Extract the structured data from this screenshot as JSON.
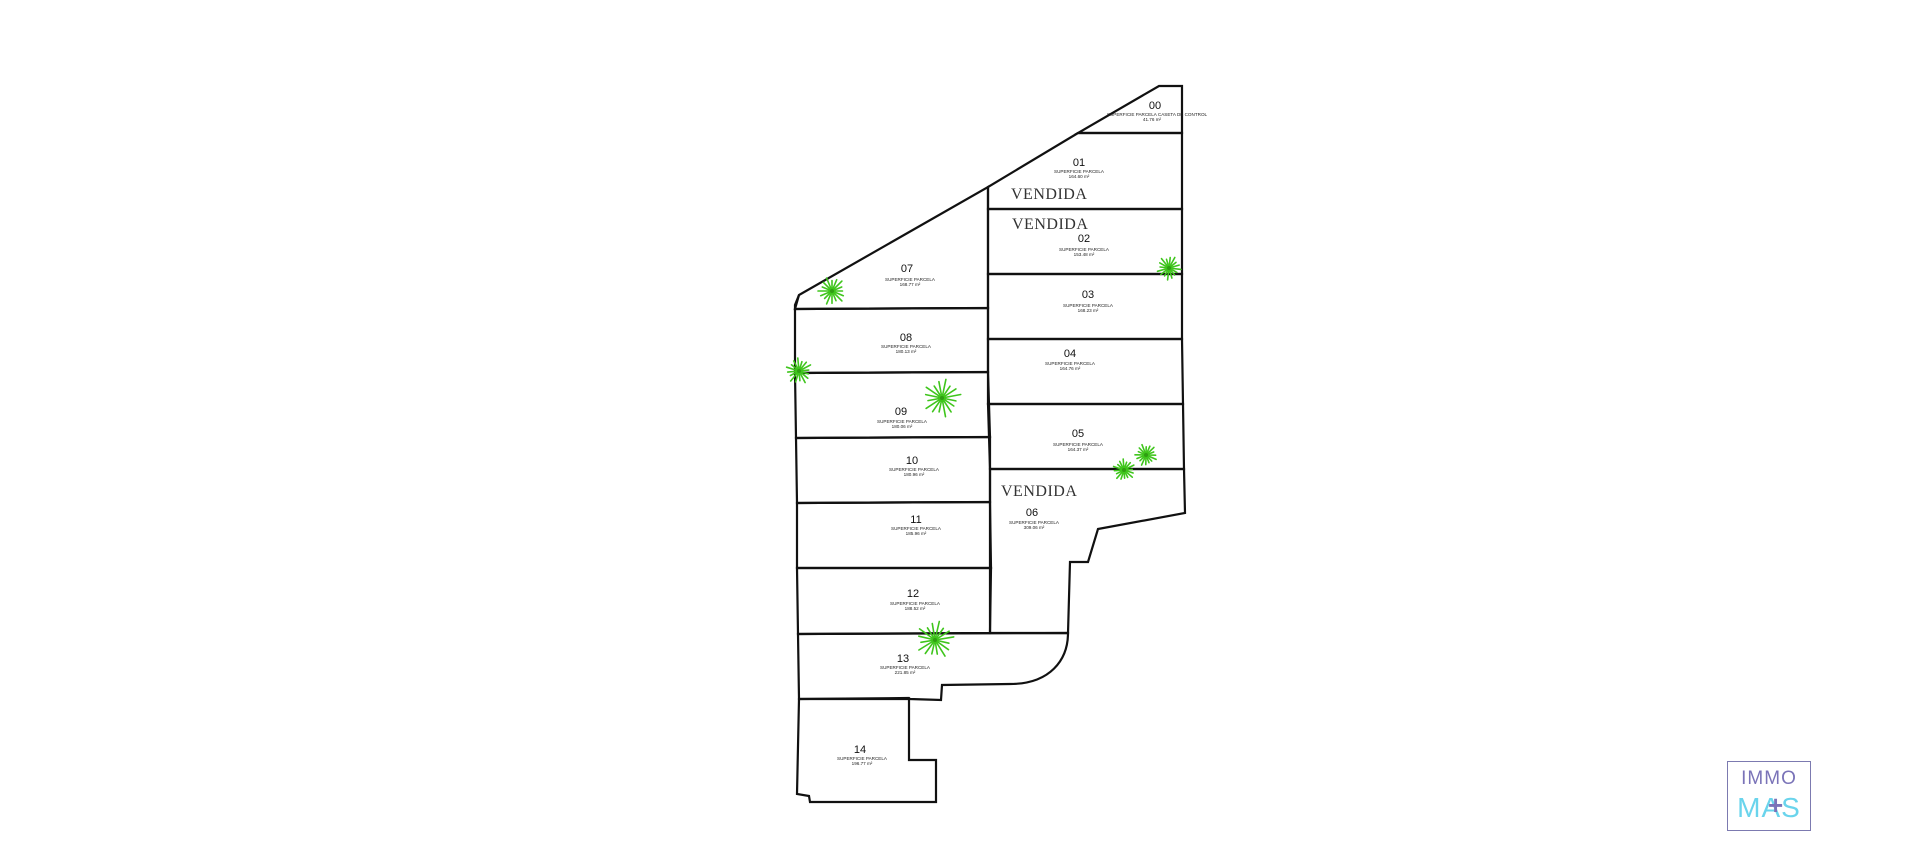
{
  "plan": {
    "sold_label": "VENDIDA",
    "parcels": [
      {
        "number": "00",
        "label": "SUPERFICIE PARCELA CASETA DE CONTROL",
        "area": "41.76 m²"
      },
      {
        "number": "01",
        "label": "SUPERFICIE PARCELA",
        "area": "164.60 m²"
      },
      {
        "number": "02",
        "label": "SUPERFICIE PARCELA",
        "area": "153.48 m²"
      },
      {
        "number": "03",
        "label": "SUPERFICIE PARCELA",
        "area": "168.23 m²"
      },
      {
        "number": "04",
        "label": "SUPERFICIE PARCELA",
        "area": "164.76 m²"
      },
      {
        "number": "05",
        "label": "SUPERFICIE PARCELA",
        "area": "164.37 m²"
      },
      {
        "number": "06",
        "label": "SUPERFICIE PARCELA",
        "area": "309.06 m²"
      },
      {
        "number": "07",
        "label": "SUPERFICIE PARCELA",
        "area": "168.77 m²"
      },
      {
        "number": "08",
        "label": "SUPERFICIE PARCELA",
        "area": "180.13 m²"
      },
      {
        "number": "09",
        "label": "SUPERFICIE PARCELA",
        "area": "180.06 m²"
      },
      {
        "number": "10",
        "label": "SUPERFICIE PARCELA",
        "area": "180.96 m²"
      },
      {
        "number": "11",
        "label": "SUPERFICIE PARCELA",
        "area": "185.96 m²"
      },
      {
        "number": "12",
        "label": "SUPERFICIE PARCELA",
        "area": "188.52 m²"
      },
      {
        "number": "13",
        "label": "SUPERFICIE PARCELA",
        "area": "221.85 m²"
      },
      {
        "number": "14",
        "label": "SUPERFICIE PARCELA",
        "area": "196.77 m²"
      }
    ]
  },
  "logo": {
    "line1": "IMMO",
    "line2": "MAS",
    "plus": "+",
    "colors": {
      "purple": "#7a73b8",
      "cyan": "#6ad4ec"
    }
  },
  "colors": {
    "outline": "#111111",
    "tree": "#3fc51c",
    "sold_text": "#333333"
  }
}
